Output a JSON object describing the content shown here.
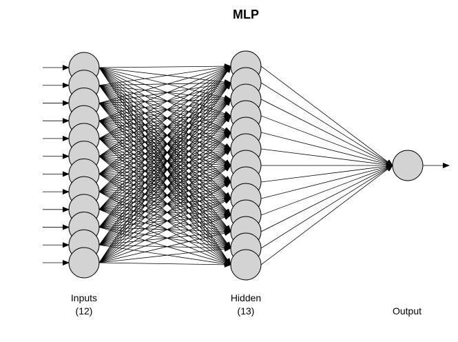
{
  "title": "MLP",
  "layers": {
    "inputs": {
      "name": "Inputs",
      "count_label": "(12)",
      "count": 12
    },
    "hidden": {
      "name": "Hidden",
      "count_label": "(13)",
      "count": 13
    },
    "output": {
      "name": "Output",
      "count": 1
    }
  },
  "colors": {
    "node_fill": "#d3d3d3",
    "node_stroke": "#000000",
    "edge": "#000000"
  }
}
